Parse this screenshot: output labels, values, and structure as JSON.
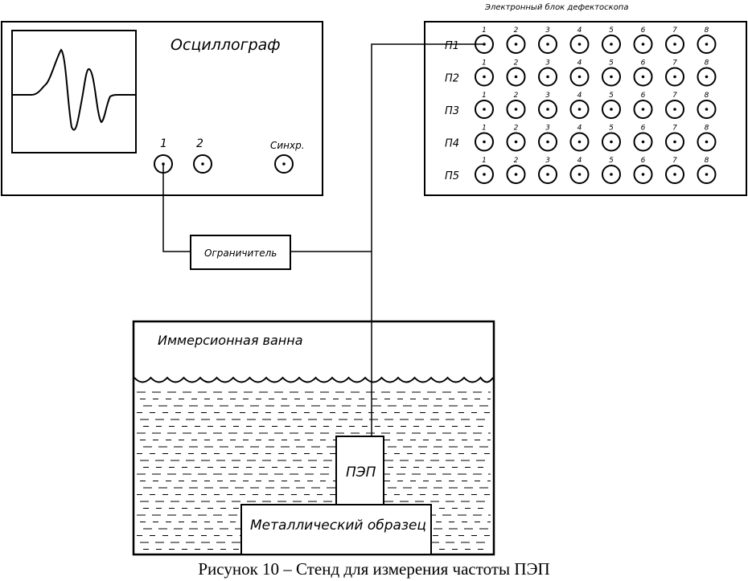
{
  "oscilloscope": {
    "title": "Осциллограф",
    "inputs": [
      "1",
      "2"
    ],
    "sync": "Синхр."
  },
  "flaw_detector": {
    "title": "Электронный блок дефектоскопа",
    "rows": [
      "П1",
      "П2",
      "П3",
      "П4",
      "П5"
    ],
    "columns": [
      "1",
      "2",
      "3",
      "4",
      "5",
      "6",
      "7",
      "8"
    ]
  },
  "limiter": {
    "label": "Ограничитель"
  },
  "bath": {
    "title": "Иммерсионная ванна",
    "transducer": "ПЭП",
    "sample": "Металлический образец"
  },
  "caption": "Рисунок 10 – Стенд для измерения частоты ПЭП",
  "colors": {
    "ink": "#000000",
    "background": "#ffffff"
  }
}
